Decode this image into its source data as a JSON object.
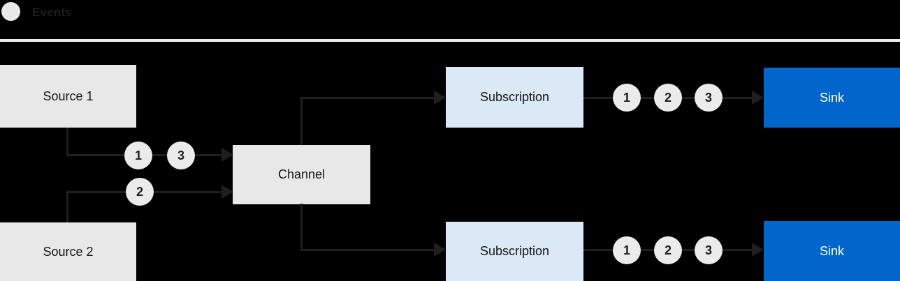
{
  "legend": {
    "label": "Events",
    "swatch_color": "#E9E9E9"
  },
  "nodes": {
    "source1": {
      "label": "Source 1",
      "color": "#E8E8E8"
    },
    "source2": {
      "label": "Source 2",
      "color": "#E8E8E8"
    },
    "channel": {
      "label": "Channel",
      "color": "#E8E8E8"
    },
    "subscription1": {
      "label": "Subscription",
      "color": "#DBE9F7"
    },
    "subscription2": {
      "label": "Subscription",
      "color": "#DBE9F7"
    },
    "sink1": {
      "label": "Sink",
      "color": "#0066CC"
    },
    "sink2": {
      "label": "Sink",
      "color": "#0066CC"
    }
  },
  "badges": {
    "source1_to_channel": [
      "1",
      "3"
    ],
    "source2_to_channel": [
      "2"
    ],
    "subscription1_to_sink": [
      "1",
      "2",
      "3"
    ],
    "subscription2_to_sink": [
      "1",
      "2",
      "3"
    ]
  },
  "colors": {
    "background": "#000000",
    "line": "#1F1F1F",
    "divider": "#ECECEC",
    "badge_fill": "#EBEBEB",
    "text_dark": "#151515",
    "text_light": "#FFFFFF"
  }
}
